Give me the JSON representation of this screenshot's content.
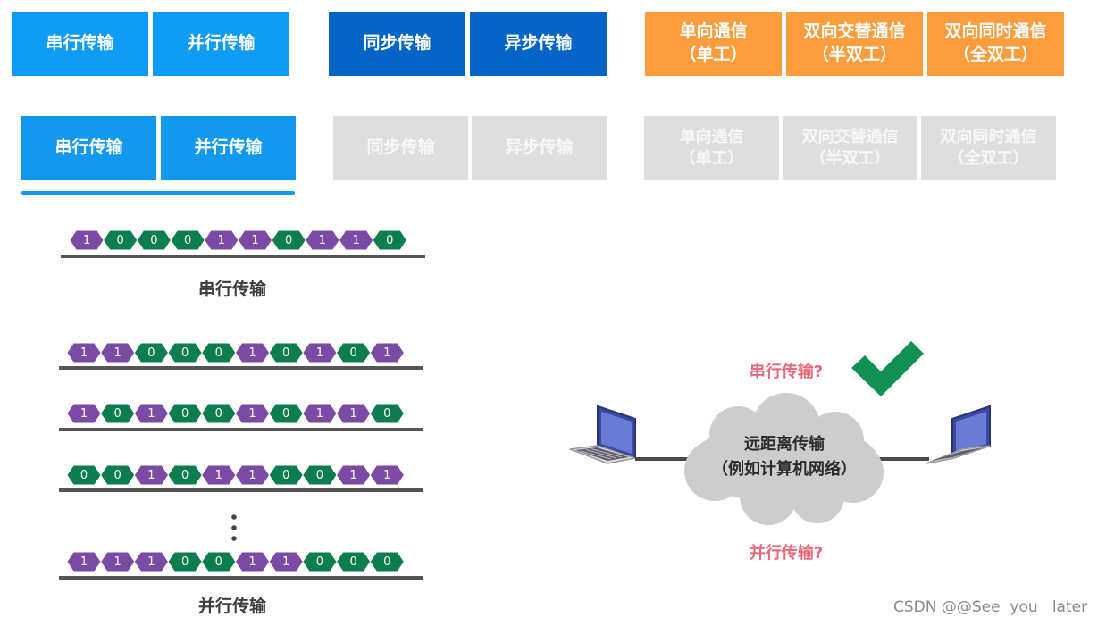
{
  "row1": {
    "serial": "串行传输",
    "parallel": "并行传输",
    "sync": "同步传输",
    "async": "异步传输",
    "simplex": [
      "单向通信",
      "（单工）"
    ],
    "half_duplex": [
      "双向交替通信",
      "（半双工）"
    ],
    "full_duplex": [
      "双向同时通信",
      "（全双工）"
    ]
  },
  "row2": {
    "serial": "串行传输",
    "parallel": "并行传输",
    "sync": "同步传输",
    "async": "异步传输",
    "simplex": [
      "单向通信",
      "（单工）"
    ],
    "half_duplex": [
      "双向交替通信",
      "（半双工）"
    ],
    "full_duplex": [
      "双向同时通信",
      "（全双工）"
    ]
  },
  "colors": {
    "light_blue": "#0f9cf5",
    "dark_blue": "#0565c7",
    "orange": "#fb9d3d",
    "gray": "#dedede",
    "bit_one": "#7a4aa5",
    "bit_zero": "#0c7d4f",
    "check": "#119151",
    "question": "#e8687a"
  },
  "serial_bits": [
    1,
    0,
    0,
    0,
    1,
    1,
    0,
    1,
    1,
    0
  ],
  "serial_caption": "串行传输",
  "parallel_lines": [
    [
      1,
      1,
      0,
      0,
      0,
      1,
      0,
      1,
      0,
      1
    ],
    [
      1,
      0,
      1,
      0,
      0,
      1,
      0,
      1,
      1,
      0
    ],
    [
      0,
      0,
      1,
      0,
      1,
      1,
      0,
      0,
      1,
      1
    ],
    [
      1,
      1,
      1,
      0,
      0,
      1,
      1,
      0,
      0,
      0
    ]
  ],
  "parallel_ellipsis": "⋮",
  "parallel_caption": "并行传输",
  "network": {
    "cloud_lines": [
      "远距离传输",
      "（例如计算机网络）"
    ],
    "serial_question": "串行传输?",
    "parallel_question": "并行传输?",
    "check_icon": "check-icon",
    "laptop_icon": "laptop-icon"
  },
  "watermark": "CSDN @@See  you   later"
}
